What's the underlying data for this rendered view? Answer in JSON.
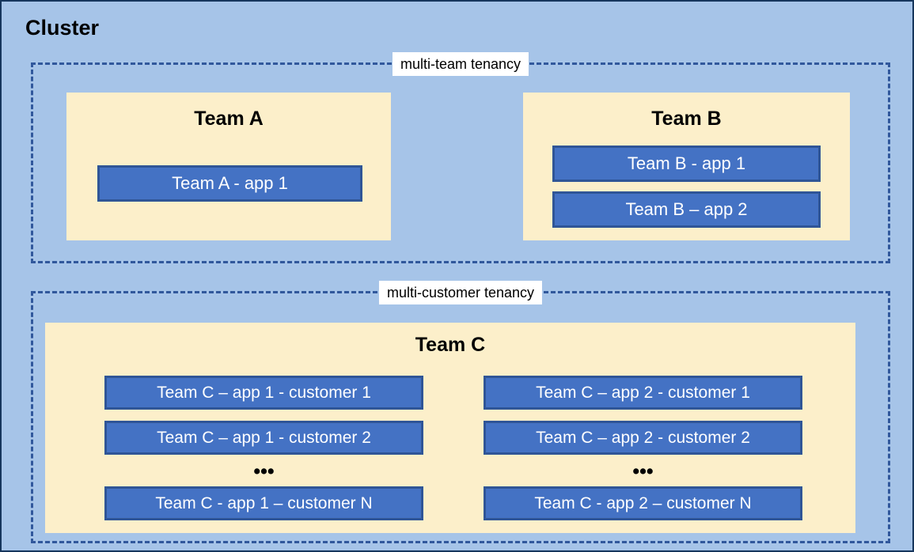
{
  "diagram": {
    "title": "Cluster",
    "background_color": "#a6c4e8",
    "border_color": "#16365c",
    "team_box_color": "#fcefca",
    "app_box_color": "#4472c4",
    "app_box_border_color": "#2f5597",
    "dashed_border_color": "#31589c"
  },
  "groups": [
    {
      "label": "multi-team tenancy",
      "teams": [
        {
          "title": "Team A",
          "apps": [
            "Team A - app 1"
          ]
        },
        {
          "title": "Team B",
          "apps": [
            "Team B - app 1",
            "Team B – app 2"
          ]
        }
      ]
    },
    {
      "label": "multi-customer tenancy",
      "teams": [
        {
          "title": "Team C",
          "columns": [
            {
              "apps": [
                "Team C – app 1 - customer 1",
                "Team C – app 1 - customer 2"
              ],
              "ellipsis": "•••",
              "last_app": "Team C - app 1 – customer N"
            },
            {
              "apps": [
                "Team C – app 2 - customer 1",
                "Team C – app 2 - customer 2"
              ],
              "ellipsis": "•••",
              "last_app": "Team C - app 2 – customer N"
            }
          ]
        }
      ]
    }
  ]
}
